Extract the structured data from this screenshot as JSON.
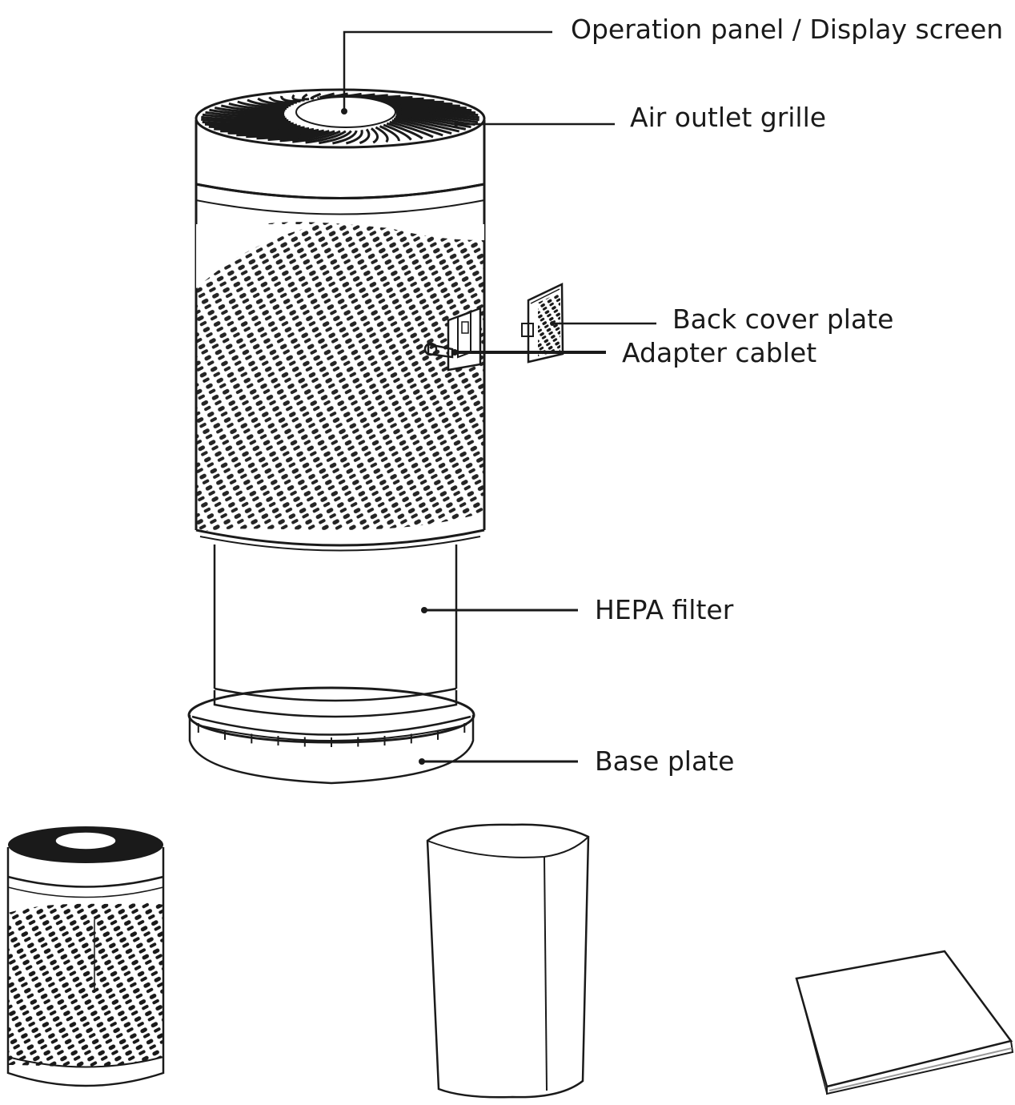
{
  "labels": {
    "operation_panel": "Operation panel / Display screen",
    "air_outlet_grille": "Air outlet grille",
    "back_cover_plate": "Back cover plate",
    "adapter_cablet": "Adapter cablet",
    "hepa_filter": "HEPA filter",
    "base_plate": "Base plate"
  },
  "colors": {
    "ink": "#1a1a1a",
    "background": "#ffffff"
  }
}
